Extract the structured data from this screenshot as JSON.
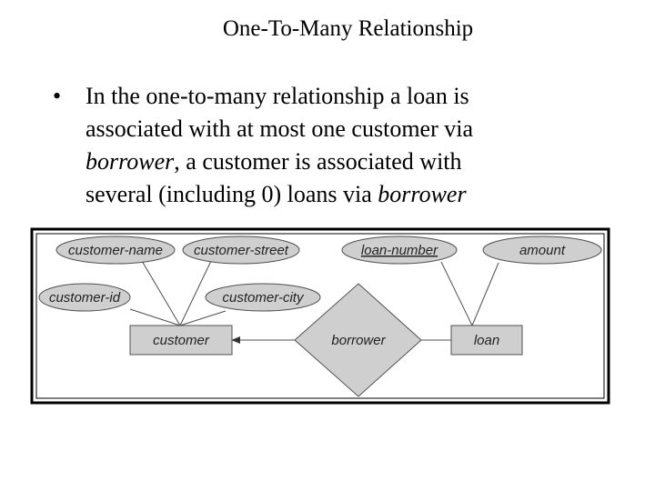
{
  "title": "One-To-Many Relationship",
  "bullet": {
    "marker": "•",
    "lines": [
      {
        "plain": "In the one-to-many relationship a loan is",
        "italic": "",
        "tail": ""
      },
      {
        "plain": "associated with at most one customer via",
        "italic": "",
        "tail": ""
      },
      {
        "plain": "",
        "italic": "borrower",
        "tail": ", a customer is associated with"
      },
      {
        "plain": "several (including 0) loans via ",
        "italic": "borrower",
        "tail": ""
      }
    ]
  },
  "diagram": {
    "customer_attributes": [
      "customer-name",
      "customer-street",
      "customer-id",
      "customer-city"
    ],
    "loan_attributes": [
      "loan-number",
      "amount"
    ],
    "entities": {
      "customer": "customer",
      "loan": "loan"
    },
    "relationship": "borrower",
    "colors": {
      "fill": "#cfcfcf",
      "stroke": "#505050",
      "frame": "#000000"
    }
  }
}
